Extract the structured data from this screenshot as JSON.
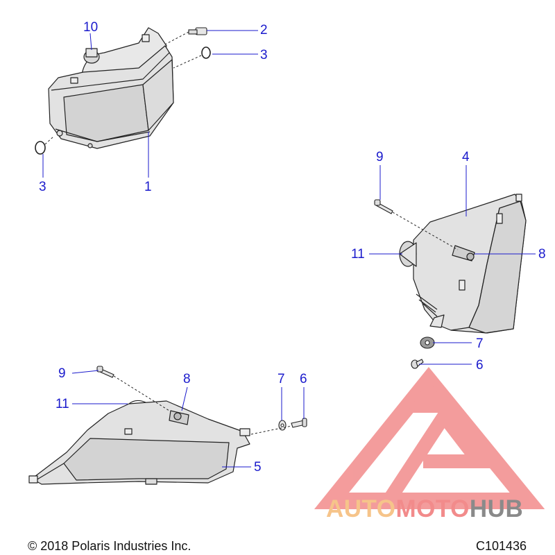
{
  "colors": {
    "callout": "#1a1acc",
    "line_art": "#222222",
    "housing_fill": "#e2e2e2",
    "lens_fill": "#d0d0d0",
    "watermark_red": "#f28b8b",
    "watermark_orange": "#f6c48a",
    "watermark_gray": "#8a8a8a"
  },
  "callouts": {
    "c1": "1",
    "c2": "2",
    "c3a": "3",
    "c3b": "3",
    "c4": "4",
    "c5": "5",
    "c6a": "6",
    "c6b": "6",
    "c7a": "7",
    "c7b": "7",
    "c8a": "8",
    "c8b": "8",
    "c9a": "9",
    "c9b": "9",
    "c10": "10",
    "c11a": "11",
    "c11b": "11"
  },
  "footer": {
    "copyright": "© 2018 Polaris Industries Inc.",
    "diagram_code": "C101436"
  },
  "watermark": {
    "part1": "AUTO",
    "part2": "MOTO",
    "part3": "HUB"
  }
}
